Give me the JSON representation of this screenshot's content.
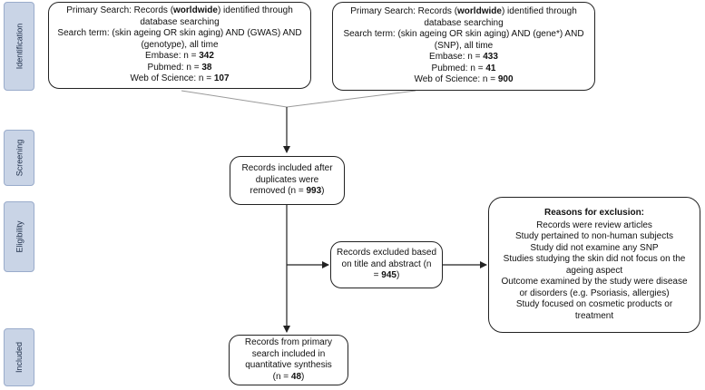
{
  "stages": {
    "identification": "Identification",
    "screening": "Screening",
    "eligibility": "Eligibility",
    "included": "Included"
  },
  "search_left": {
    "line1_pre": "Primary Search: Records (",
    "line1_bold": "worldwide",
    "line1_post": ") identified through",
    "line2": "database searching",
    "line3": "Search term: (skin ageing OR skin aging) AND (GWAS) AND",
    "line4": "(genotype), all time",
    "embase_label": "Embase: n = ",
    "embase_n": "342",
    "pubmed_label": "Pubmed: n = ",
    "pubmed_n": "38",
    "wos_label": "Web of Science: n = ",
    "wos_n": "107"
  },
  "search_right": {
    "line1_pre": "Primary Search: Records (",
    "line1_bold": "worldwide",
    "line1_post": ") identified through",
    "line2": "database searching",
    "line3": "Search term: (skin ageing OR skin aging) AND (gene*) AND",
    "line4": "(SNP), all time",
    "embase_label": "Embase: n = ",
    "embase_n": "433",
    "pubmed_label": "Pubmed: n = ",
    "pubmed_n": "41",
    "wos_label": "Web of Science: n = ",
    "wos_n": "900"
  },
  "after_duplicates": {
    "line1": "Records included after",
    "line2": "duplicates were",
    "line3_pre": "removed (n = ",
    "line3_bold": "993",
    "line3_post": ")"
  },
  "excluded": {
    "line1": "Records excluded based",
    "line2": "on title and abstract (n",
    "line3_pre": "= ",
    "line3_bold": "945",
    "line3_post": ")"
  },
  "reasons": {
    "title": "Reasons for exclusion:",
    "items": [
      "Records were review articles",
      "Study pertained to non-human subjects",
      "Study did not examine any SNP",
      "Studies studying the skin did not focus on the ageing aspect",
      "Outcome examined by the study were disease or disorders (e.g. Psoriasis, allergies)",
      "Study focused on cosmetic products or treatment"
    ]
  },
  "included": {
    "line1": "Records from primary",
    "line2": "search included in",
    "line3": "quantitative synthesis",
    "line4_pre": "(n = ",
    "line4_bold": "48",
    "line4_post": ")"
  }
}
